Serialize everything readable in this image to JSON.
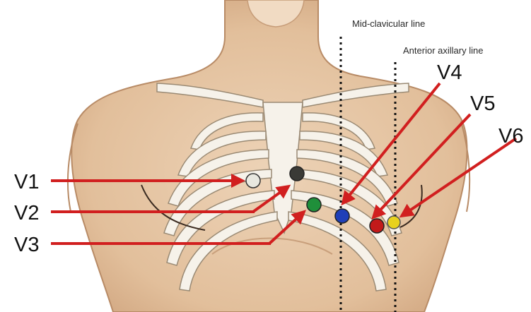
{
  "reference_lines": [
    {
      "id": "mid-clavicular",
      "label": "Mid-clavicular line"
    },
    {
      "id": "anterior-axillary",
      "label": "Anterior axillary line"
    }
  ],
  "leads": [
    {
      "id": "v1",
      "label": "V1",
      "electrode_color": "#e8e8e0"
    },
    {
      "id": "v2",
      "label": "V2",
      "electrode_color": "#3a3a36"
    },
    {
      "id": "v3",
      "label": "V3",
      "electrode_color": "#1f8f3a"
    },
    {
      "id": "v4",
      "label": "V4",
      "electrode_color": "#1f3fb8"
    },
    {
      "id": "v5",
      "label": "V5",
      "electrode_color": "#c21a1a"
    },
    {
      "id": "v6",
      "label": "V6",
      "electrode_color": "#e8d21e"
    }
  ],
  "colors": {
    "skin": "#e7c7a7",
    "skin_shadow": "#c9a07c",
    "bone": "#f6f2ea",
    "bone_outline": "#9a8a74",
    "arrow": "#d11f1f"
  }
}
